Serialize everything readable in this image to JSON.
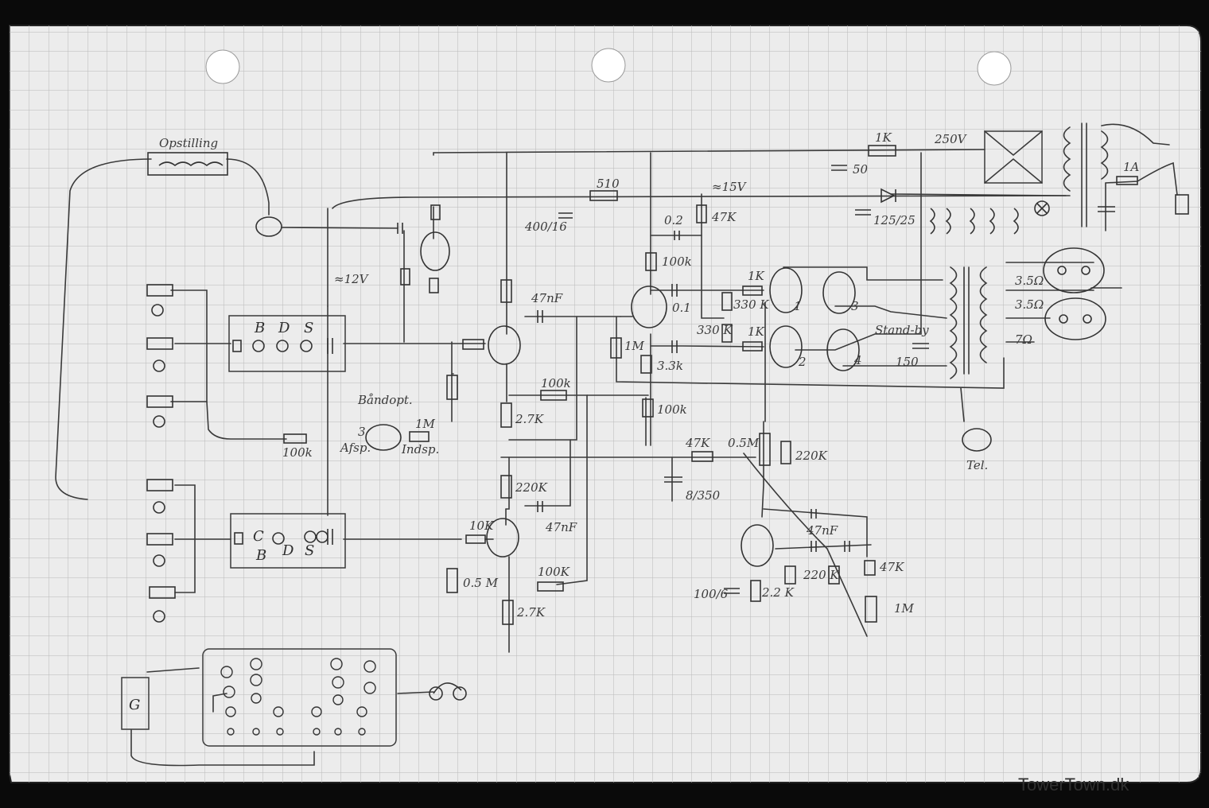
{
  "watermark": "TowerTown.dk",
  "labels": {
    "pickup": "Opstilling",
    "v_12": "≈12V",
    "v_15": "≈15V",
    "v_250": "250V",
    "switch_sw1_b": "B",
    "switch_sw1_d": "D",
    "switch_sw1_s": "S",
    "switch_sw2_c": "C",
    "switch_sw2_b": "B",
    "switch_sw2_d": "D",
    "switch_sw2_s": "S",
    "r_510": "510",
    "c_400_16": "400/16",
    "c_0_2": "0.2",
    "r_47k_top": "47K",
    "r_100k_a": "100k",
    "c_47nf_a": "47nF",
    "c_0_1": "0.1",
    "r_1M_a": "1M",
    "r_3_3k": "3.3k",
    "r_100k_b": "100k",
    "r_100k_c": "100k",
    "r_2_7k_a": "2.7K",
    "r_1k_a": "1K",
    "r_1k_b": "1K",
    "r_330k_a": "330 K",
    "r_330k_b": "330 K",
    "tube_1": "1",
    "tube_2": "2",
    "tube_3": "3",
    "tube_4": "4",
    "standby": "Stand-by",
    "c_150": "150",
    "r_1k_top": "1K",
    "c_50": "50",
    "c_125_25": "125/25",
    "fuse_1a": "1A",
    "out_3_5a": "3.5Ω",
    "out_3_5b": "3.5Ω",
    "out_7": "7Ω",
    "r_100k_mix": "100k",
    "baandopt": "Båndopt.",
    "tape_3": "3",
    "r_1M_tape": "1M",
    "afsp": "Afsp.",
    "indsp": "Indsp.",
    "tel": "Tel.",
    "c_8_350": "8/350",
    "r_47k_vol": "47K",
    "pot_0_5M": "0.5M",
    "r_220k_vol": "220K",
    "r_220k_v2": "220K",
    "c_47nf_b": "47nF",
    "r_10k": "10K",
    "r_0_5M": "0.5 M",
    "r_100k_d": "100K",
    "r_2_7k_b": "2.7K",
    "c_47nf_c": "47nF",
    "r_47k_tone": "47K",
    "r_220k_tone": "220 K",
    "r_2_2k": "2.2 K",
    "c_100_6": "100/6",
    "pot_1M": "1M",
    "box_g": "G"
  }
}
